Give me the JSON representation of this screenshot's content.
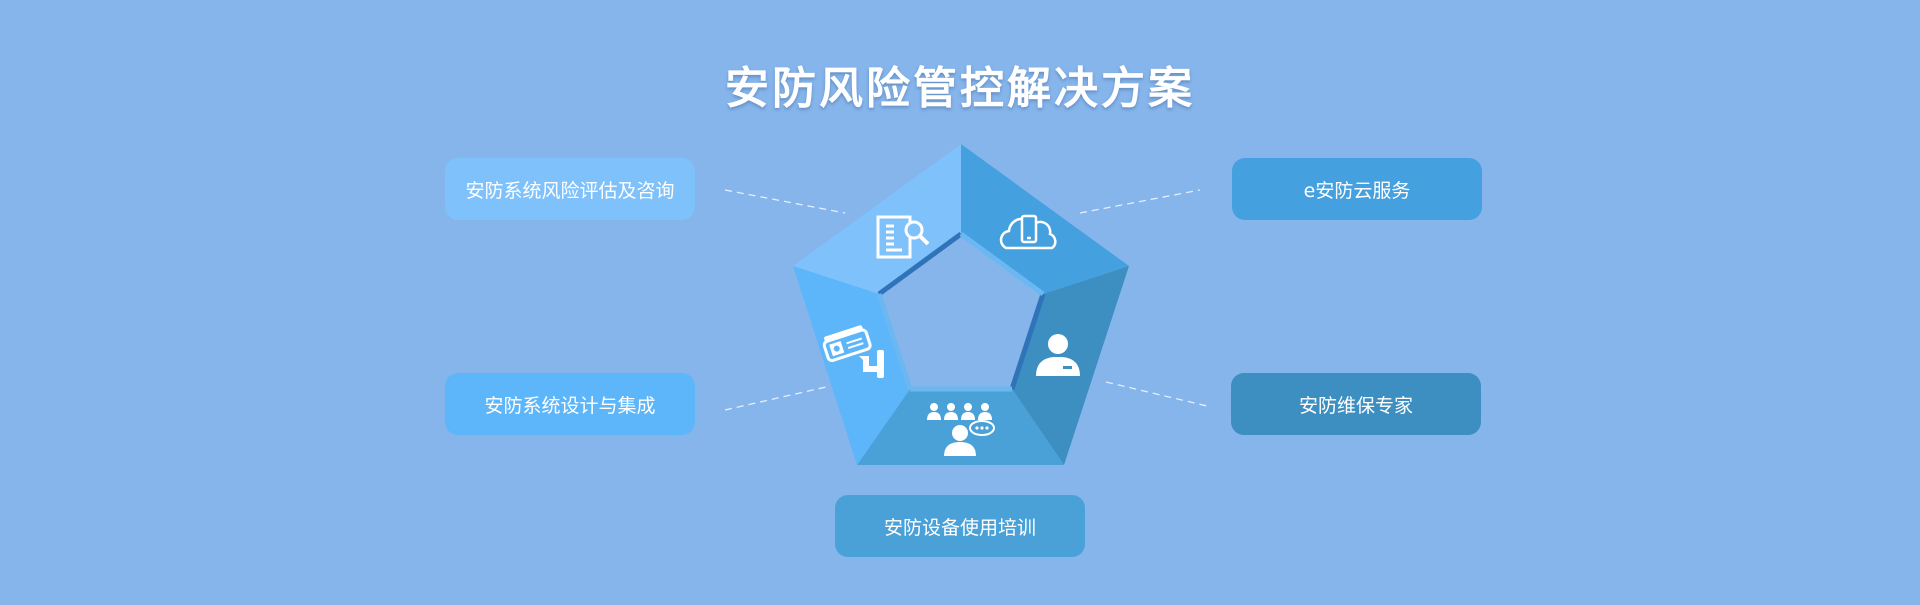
{
  "title": "安防风险管控解决方案",
  "items": {
    "top_left": "安防系统风险评估及咨询",
    "top_right": "e安防云服务",
    "bottom_left": "安防系统设计与集成",
    "bottom_right": "安防维保专家",
    "bottom_center": "安防设备使用培训"
  },
  "icons": {
    "top_left": "document-search-icon",
    "top_right": "cloud-phone-icon",
    "right": "person-icon",
    "bottom": "group-chat-icon",
    "left": "security-camera-icon"
  },
  "colors": {
    "background": "#85b5eb",
    "segment_top_left": "#7fc1fb",
    "segment_top_right": "#45a0e0",
    "segment_right": "#3d8fc2",
    "segment_bottom": "#49a1d8",
    "segment_left": "#5db6fa"
  }
}
